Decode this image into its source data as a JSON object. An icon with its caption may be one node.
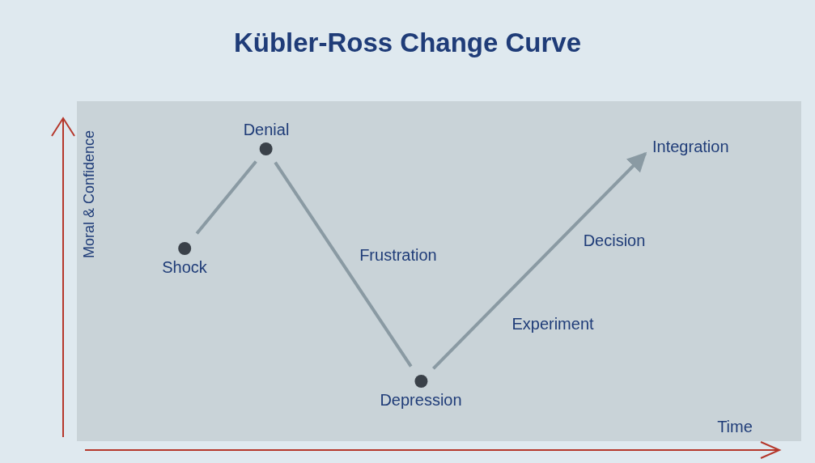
{
  "diagram": {
    "title": "Kübler-Ross Change Curve",
    "nodes": [
      {
        "text": [
          "Shock"
        ]
      },
      {
        "text": [
          "Denial"
        ]
      },
      {
        "text": [
          "Depression"
        ]
      },
      {
        "text": [
          "Integration"
        ]
      }
    ],
    "edges": [
      {
        "from": 0,
        "to": 1,
        "arrow": "none"
      },
      {
        "from": 1,
        "to": 2,
        "arrow": "none",
        "label": "Frustration"
      },
      {
        "from": 2,
        "to": 3,
        "arrow": "to"
      }
    ],
    "labels": [
      "Moral & Confidence",
      "Decision",
      "Experiment",
      "Time"
    ]
  }
}
